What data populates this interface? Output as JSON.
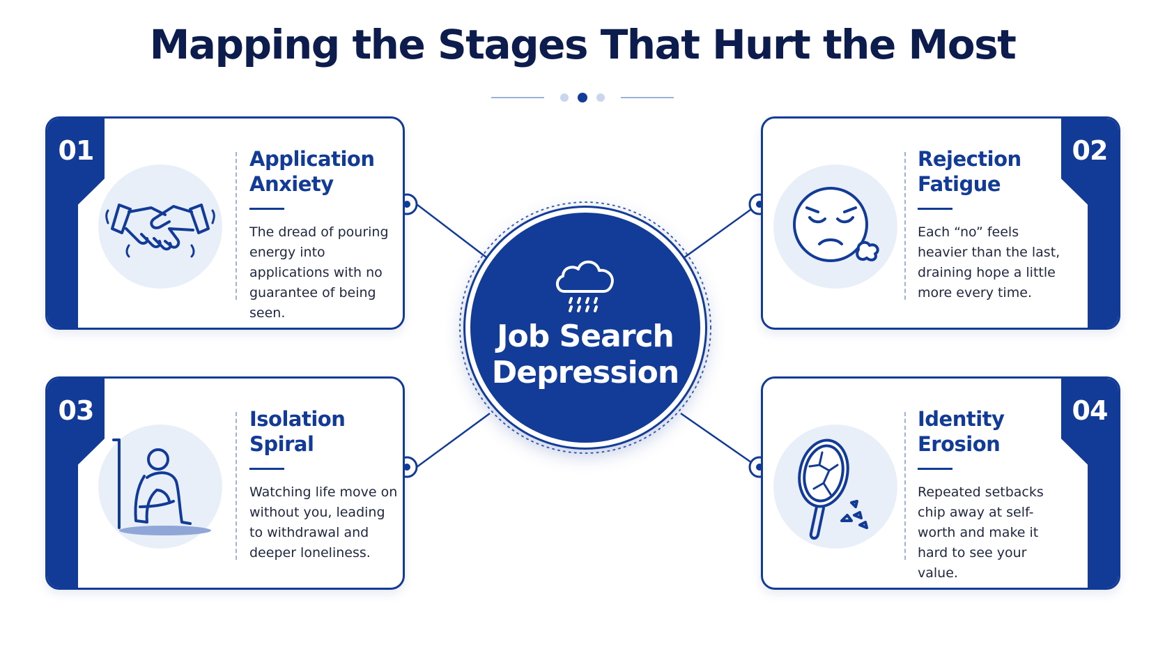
{
  "title": "Mapping the Stages That Hurt the Most",
  "center": {
    "line1": "Job Search",
    "line2": "Depression",
    "icon": "rain-cloud-icon"
  },
  "colors": {
    "primary": "#123a97",
    "light": "#e9eff9",
    "title": "#0c1c4d",
    "text": "#202840"
  },
  "stages": [
    {
      "number": "01",
      "title_line1": "Application",
      "title_line2": "Anxiety",
      "description": "The dread of pouring energy into applications with no guarantee of being seen.",
      "icon": "handshake-icon"
    },
    {
      "number": "02",
      "title_line1": "Rejection",
      "title_line2": "Fatigue",
      "description": "Each “no” feels heavier than the last, draining hope a little more every time.",
      "icon": "sad-face-icon"
    },
    {
      "number": "03",
      "title_line1": "Isolation",
      "title_line2": "Spiral",
      "description": "Watching life move on without you, leading to withdrawal and deeper loneliness.",
      "icon": "sitting-person-icon"
    },
    {
      "number": "04",
      "title_line1": "Identity",
      "title_line2": "Erosion",
      "description": "Repeated setbacks chip away at self-worth and make it hard to see your value.",
      "icon": "broken-mirror-icon"
    }
  ]
}
